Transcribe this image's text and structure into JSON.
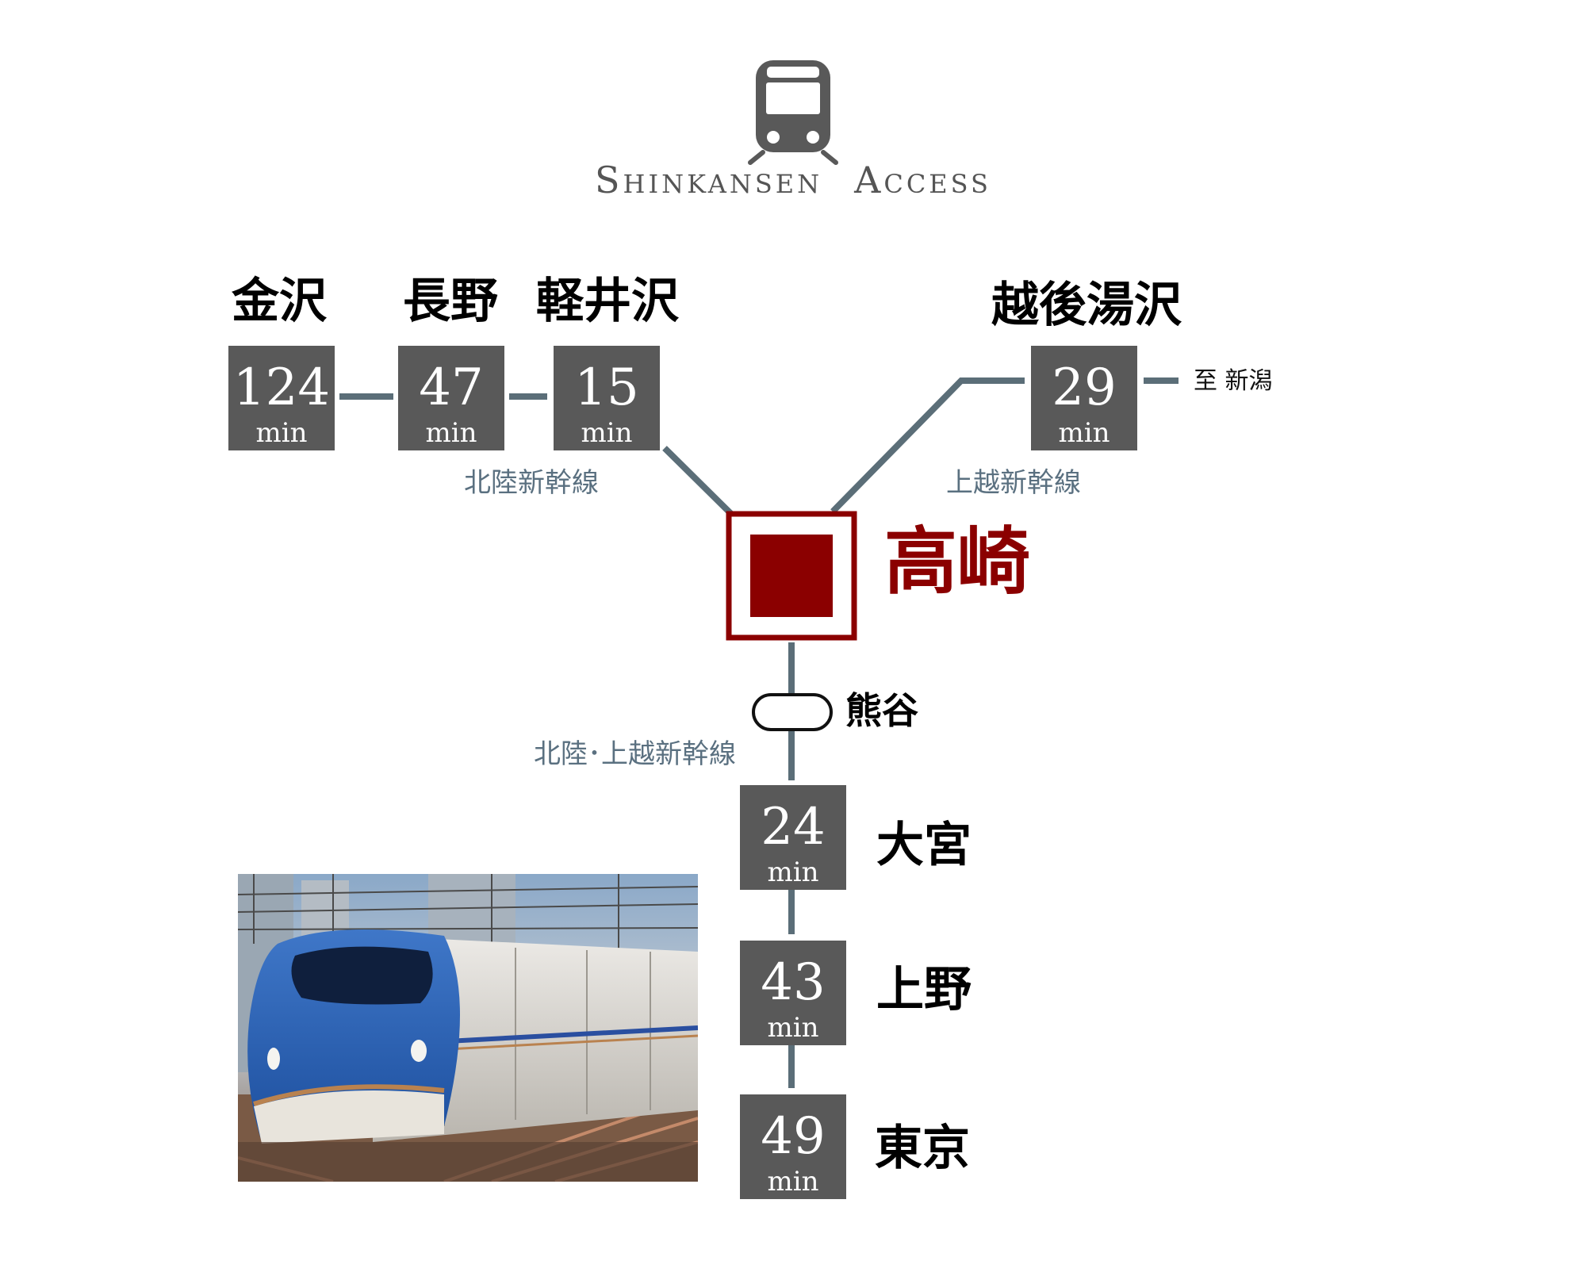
{
  "header": {
    "icon": "train-icon",
    "title_word1": "Shinkansen",
    "title_word2": "Access"
  },
  "unit": "min",
  "hub": {
    "name": "高崎",
    "color": "#8b0000"
  },
  "lines": {
    "hokuriku": "北陸新幹線",
    "joetsu": "上越新幹線",
    "hokuriku_joetsu": "北陸･上越新幹線"
  },
  "stations": {
    "kanazawa": {
      "name": "金沢",
      "minutes": "124"
    },
    "nagano": {
      "name": "長野",
      "minutes": "47"
    },
    "karuizawa": {
      "name": "軽井沢",
      "minutes": "15"
    },
    "echigo_yuzawa": {
      "name": "越後湯沢",
      "minutes": "29"
    },
    "kumagaya": {
      "name": "熊谷"
    },
    "omiya": {
      "name": "大宮",
      "minutes": "24"
    },
    "ueno": {
      "name": "上野",
      "minutes": "43"
    },
    "tokyo": {
      "name": "東京",
      "minutes": "49"
    }
  },
  "to_niigata": "至 新潟",
  "photo": {
    "subject": "shinkansen-train-photo"
  },
  "colors": {
    "box": "#595959",
    "line": "#5b6e78",
    "line_label": "#5a7080",
    "hub": "#8b0000"
  }
}
